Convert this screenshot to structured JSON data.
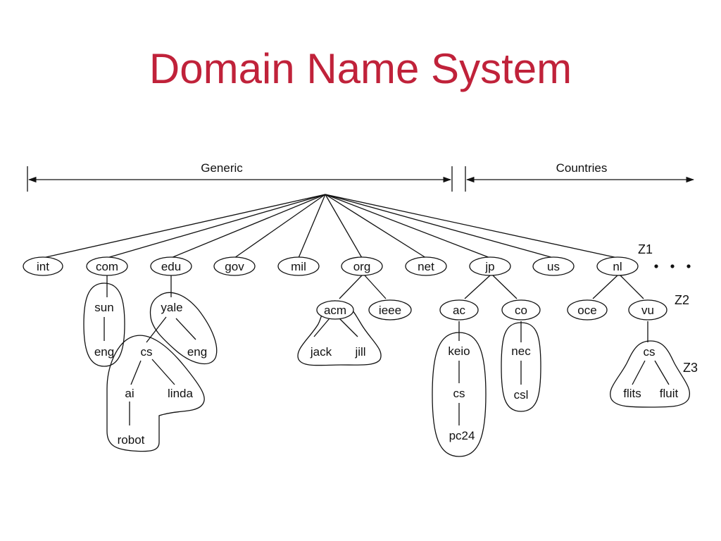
{
  "title": "Domain Name System",
  "ranges": {
    "generic": "Generic",
    "countries": "Countries"
  },
  "zones": {
    "z1": "Z1",
    "z2": "Z2",
    "z3": "Z3"
  },
  "more": "• • •",
  "top_level": {
    "int": "int",
    "com": "com",
    "edu": "edu",
    "gov": "gov",
    "mil": "mil",
    "org": "org",
    "net": "net",
    "jp": "jp",
    "us": "us",
    "nl": "nl"
  },
  "com_branch": {
    "sun": "sun",
    "eng": "eng"
  },
  "edu_branch": {
    "yale": "yale",
    "cs": "cs",
    "eng": "eng",
    "ai": "ai",
    "linda": "linda",
    "robot": "robot"
  },
  "org_branch": {
    "acm": "acm",
    "ieee": "ieee",
    "jack": "jack",
    "jill": "jill"
  },
  "jp_branch": {
    "ac": "ac",
    "co": "co",
    "keio": "keio",
    "cs": "cs",
    "pc24": "pc24",
    "nec": "nec",
    "csl": "csl"
  },
  "nl_branch": {
    "oce": "oce",
    "vu": "vu",
    "cs": "cs",
    "flits": "flits",
    "fluit": "fluit"
  }
}
